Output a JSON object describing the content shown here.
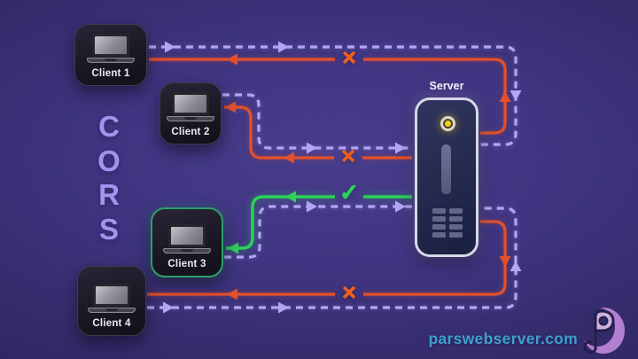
{
  "cors_label": "CORS",
  "server": {
    "label": "Server"
  },
  "clients": [
    {
      "label": "Client 1",
      "status": "blocked"
    },
    {
      "label": "Client 2",
      "status": "blocked"
    },
    {
      "label": "Client 3",
      "status": "allowed"
    },
    {
      "label": "Client 4",
      "status": "blocked"
    }
  ],
  "icons": {
    "blocked": "✕",
    "allowed": "✓",
    "laptop": "css-shape",
    "server_led": "css-shape",
    "brand_logo": "svg-shape"
  },
  "colors": {
    "background_center": "#473d8c",
    "background_edge": "#2b2360",
    "request_arrow": "#b3a5f4",
    "blocked_arrow": "#e4502a",
    "allowed_arrow": "#2dd158",
    "blocked_mark": "#ef5f1c",
    "allowed_mark": "#2dd158",
    "client3_border": "#2ba06b",
    "cors_text": "#a294ee",
    "brand_text": "#3fa0cc",
    "server_led": "#f2cf1b",
    "server_border": "#d6d7e8"
  },
  "brand": {
    "text": "parswebserver.com"
  }
}
